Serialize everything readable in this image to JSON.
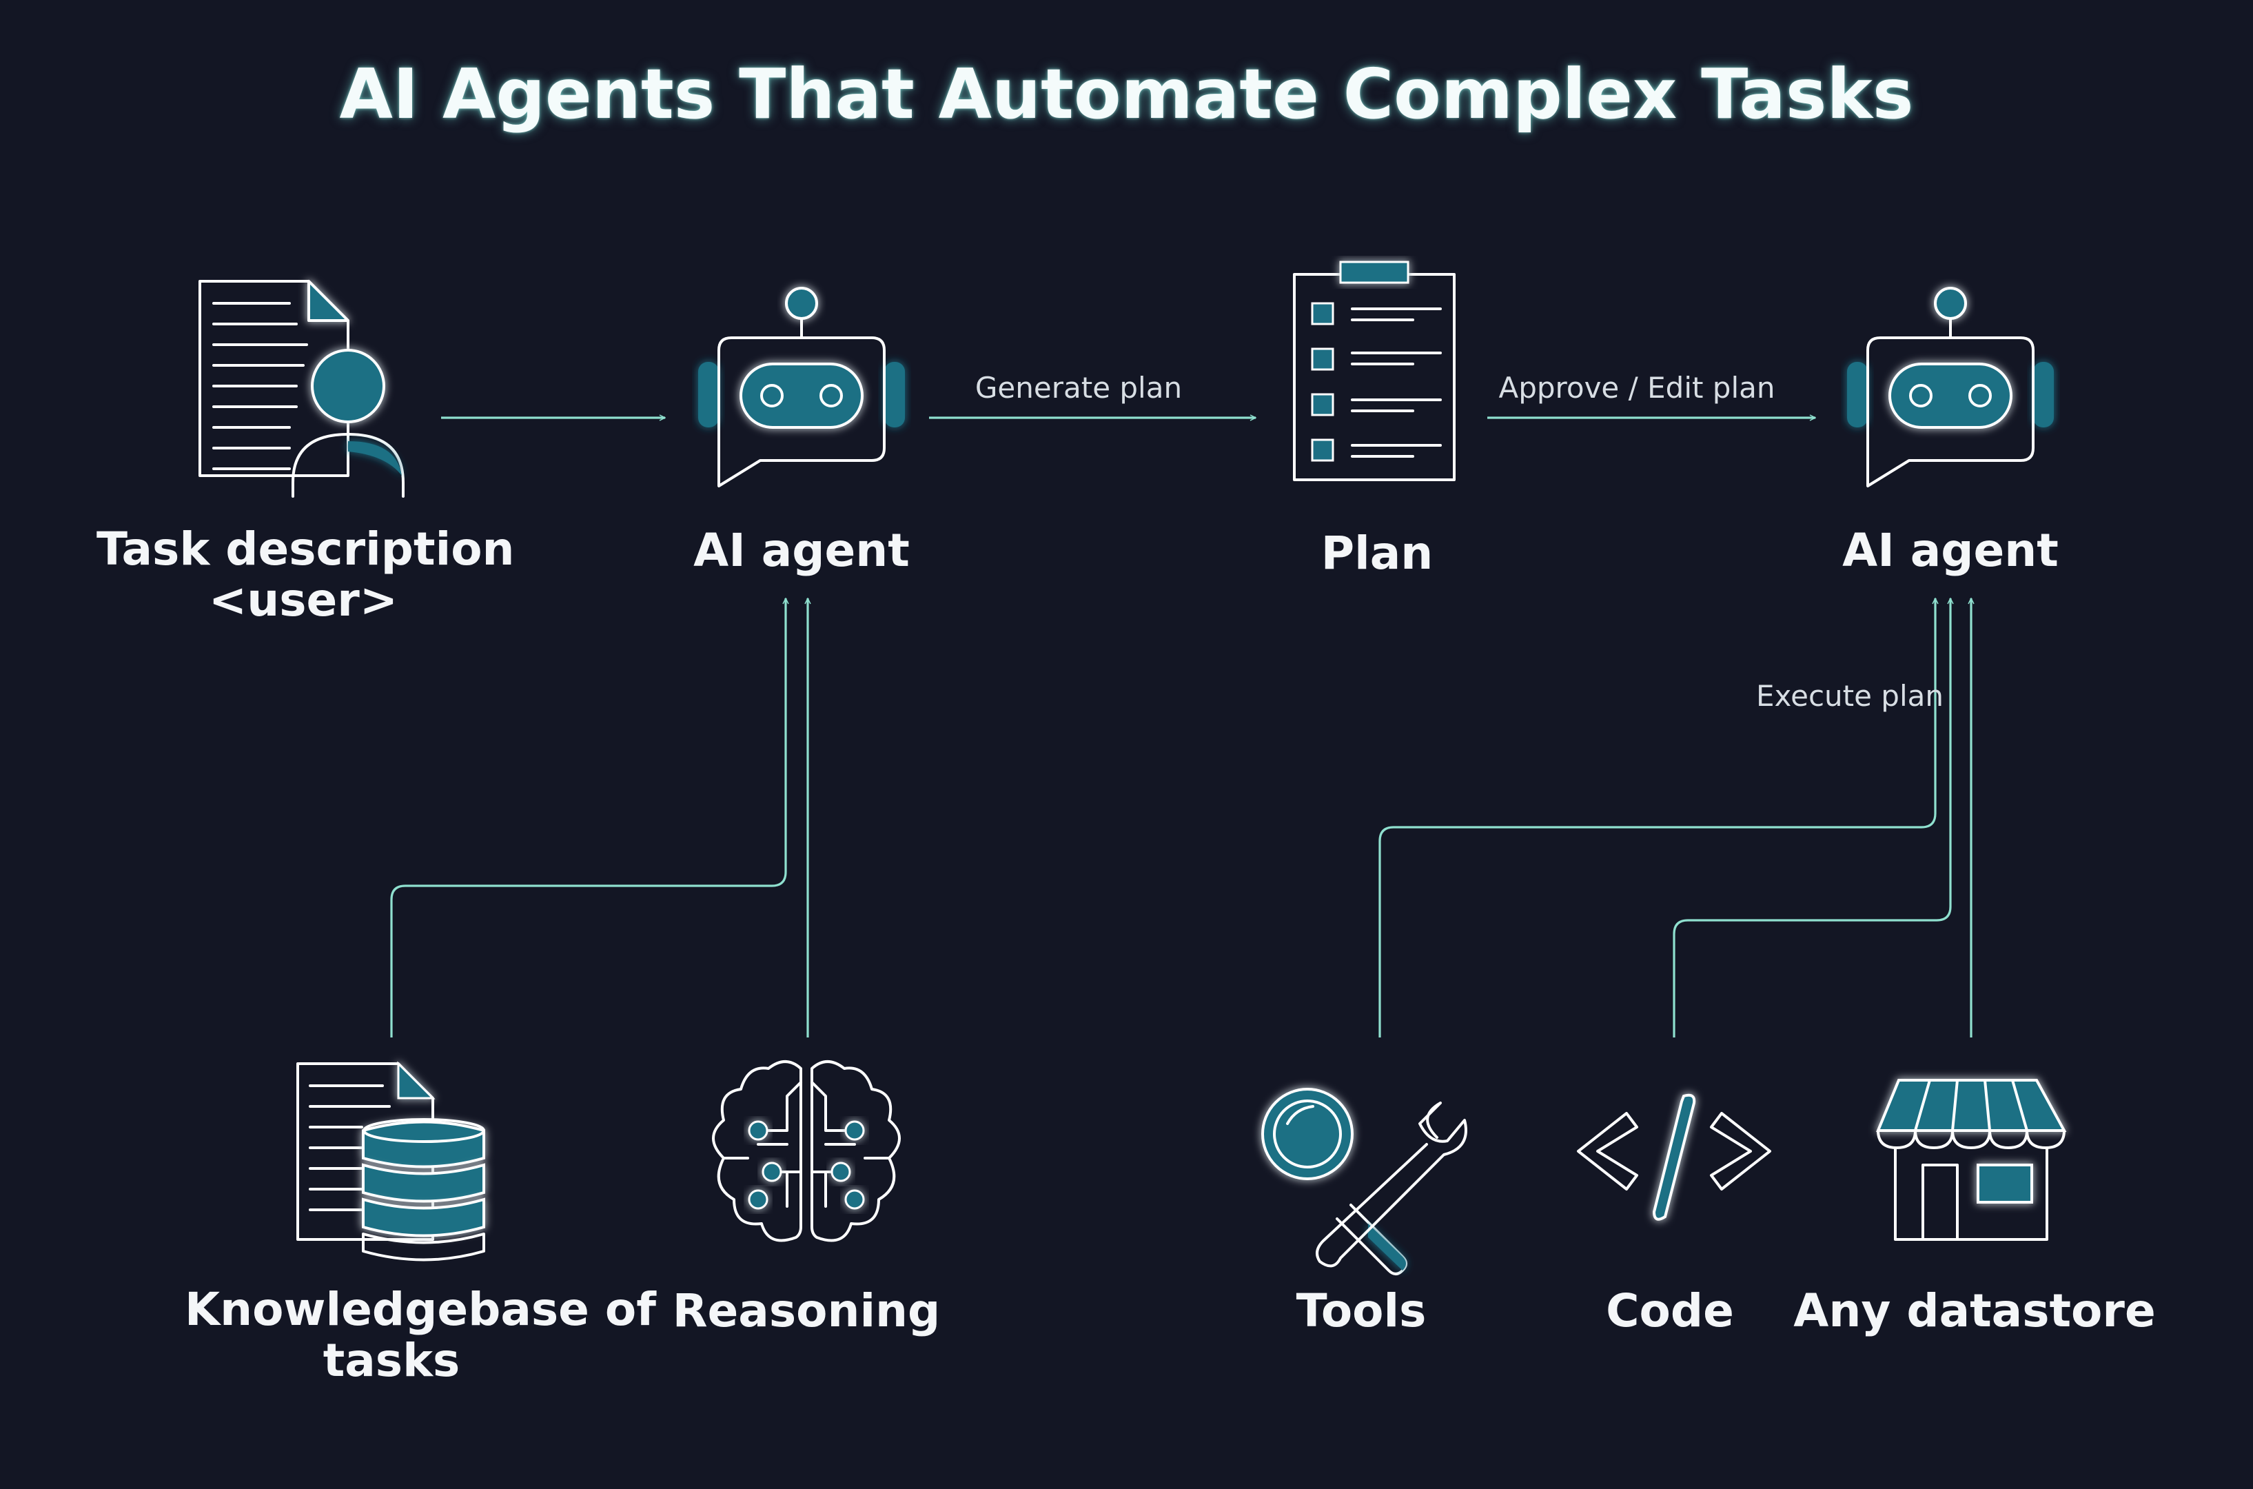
{
  "title": "AI Agents That Automate Complex Tasks",
  "nodes": {
    "task_description": {
      "line1": "Task description",
      "line2": "<user>",
      "icon": "document-user-icon"
    },
    "agent_1": {
      "label": "AI agent",
      "icon": "robot-icon"
    },
    "plan": {
      "label": "Plan",
      "icon": "clipboard-checklist-icon"
    },
    "agent_2": {
      "label": "AI agent",
      "icon": "robot-icon"
    },
    "knowledgebase": {
      "line1": "Knowledgebase of",
      "line2": "tasks",
      "icon": "document-database-icon"
    },
    "reasoning": {
      "label": "Reasoning",
      "icon": "brain-circuit-icon"
    },
    "tools": {
      "label": "Tools",
      "icon": "magnifier-wrench-icon"
    },
    "code": {
      "label": "Code",
      "icon": "code-brackets-icon"
    },
    "datastore": {
      "label": "Any datastore",
      "icon": "storefront-icon"
    }
  },
  "edges": {
    "generate_plan": "Generate plan",
    "approve_edit_plan": "Approve / Edit plan",
    "execute_plan": "Execute plan"
  },
  "colors": {
    "background": "#131624",
    "accent": "#1d6f84",
    "connector": "#8fe0cf",
    "text": "#f4f6f8"
  }
}
